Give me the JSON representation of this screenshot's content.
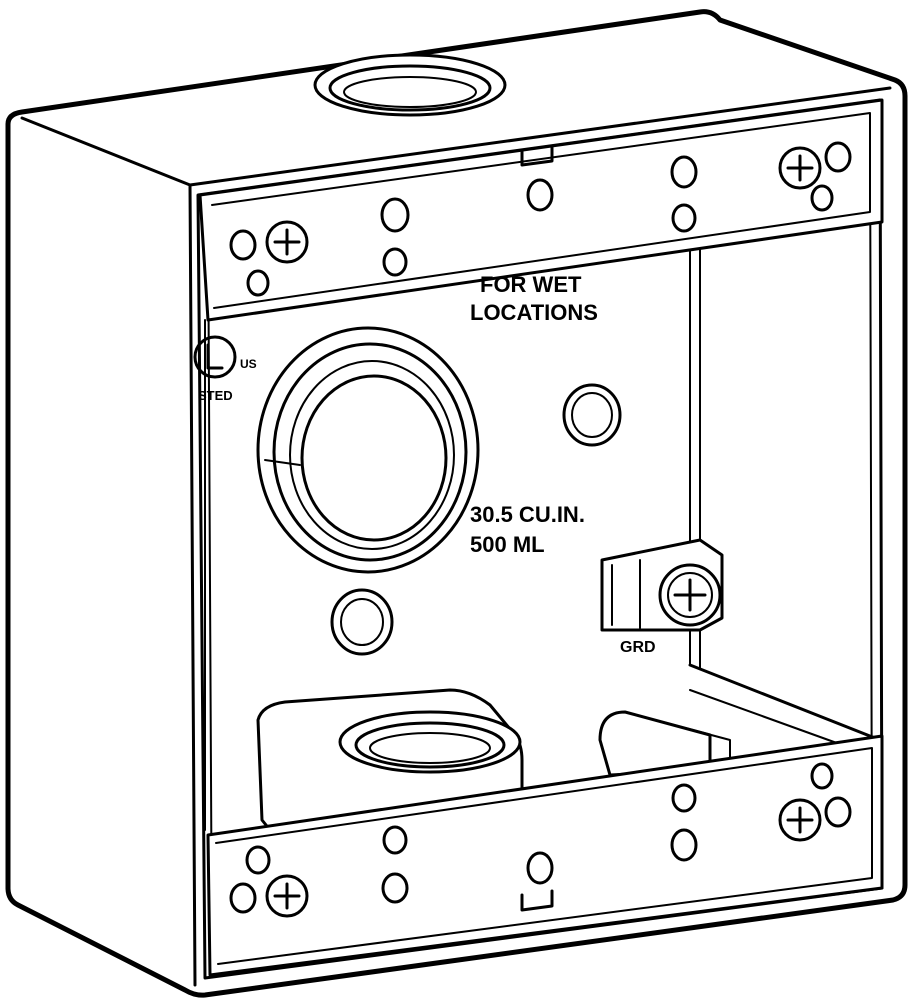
{
  "markings": {
    "wet_line1": "FOR WET",
    "wet_line2": "LOCATIONS",
    "volume_line1": "30.5 CU.IN.",
    "volume_line2": "500 ML",
    "ground": "GRD",
    "cert_us": "US",
    "cert_listed": "STED"
  },
  "colors": {
    "line": "#000000",
    "fill": "#ffffff"
  }
}
